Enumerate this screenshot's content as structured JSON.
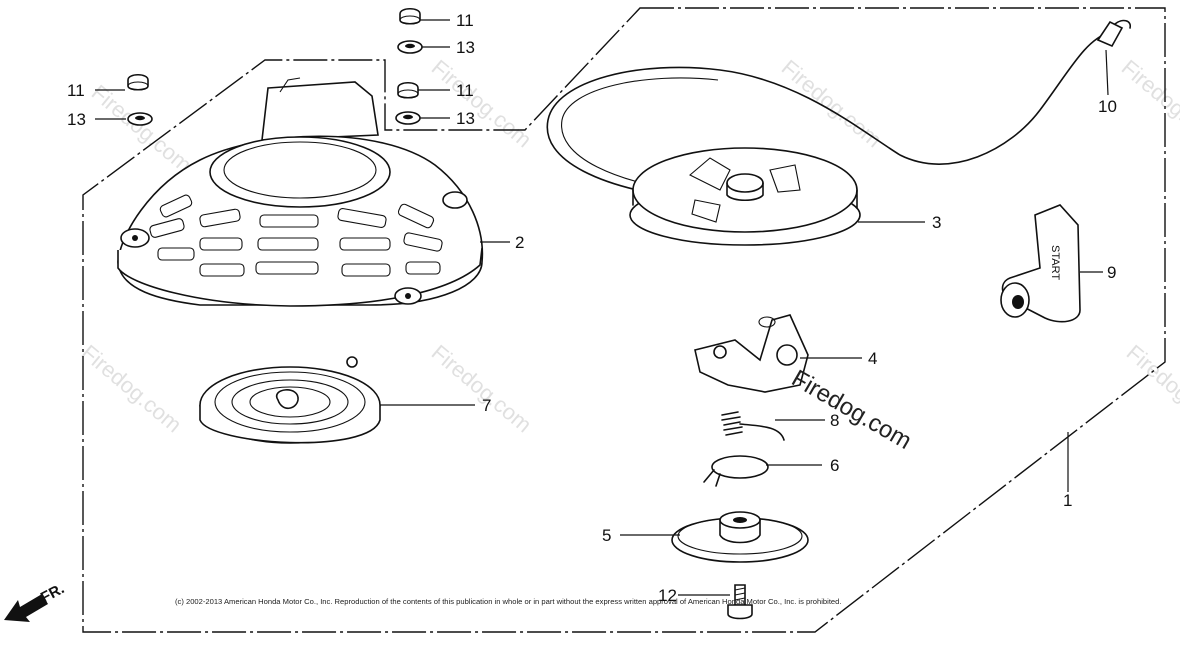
{
  "callouts": {
    "c1": "1",
    "c2": "2",
    "c3": "3",
    "c4": "4",
    "c5": "5",
    "c6": "6",
    "c7": "7",
    "c8": "8",
    "c9": "9",
    "c10": "10",
    "c11a": "11",
    "c11b": "11",
    "c11c": "11",
    "c12": "12",
    "c13a": "13",
    "c13b": "13",
    "c13c": "13"
  },
  "handle_text": "START",
  "watermark": "Firedog.com",
  "watermark_overlay": "Firedog.com",
  "copyright": "(c) 2002-2013 American Honda Motor Co., Inc. Reproduction of the contents of this publication in whole or in part without the express written approval of American Honda Motor Co., Inc. is prohibited.",
  "front_label": "FR.",
  "colors": {
    "ink": "#111111",
    "watermark": "#c8c8c8",
    "background": "#ffffff"
  }
}
